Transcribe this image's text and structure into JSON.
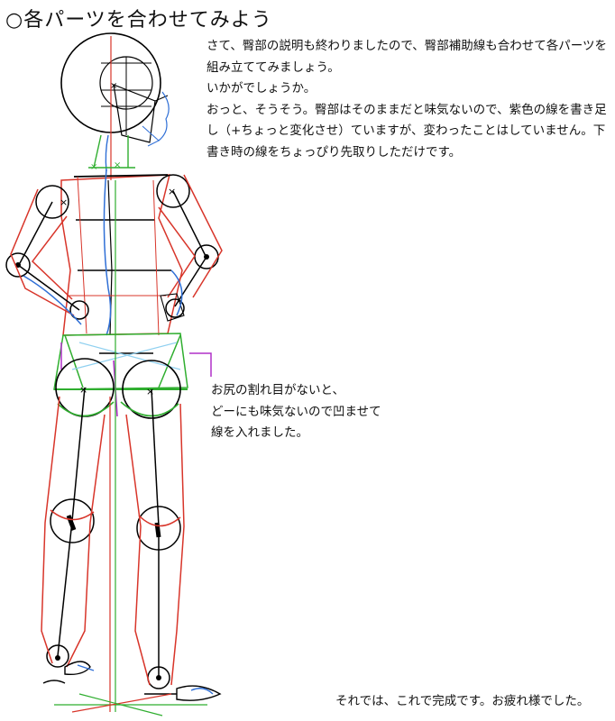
{
  "title": "○各パーツを合わせてみよう",
  "intro_paragraphs": [
    "さて、臀部の説明も終わりましたので、臀部補助線も合わせて各パーツを組み立ててみましょう。",
    "いかがでしょうか。",
    "おっと、そうそう。臀部はそのままだと味気ないので、紫色の線を書き足し（+ちょっと変化させ）ていますが、変わったことはしていません。下書き時の線をちょっぴり先取りしただけです。"
  ],
  "annotation_lines": [
    "お尻の割れ目がないと、",
    "どーにも味気ないので凹ませて",
    "線を入れました。"
  ],
  "closing": "それでは、これで完成です。お疲れ様でした。",
  "figure": {
    "colors": {
      "skeleton": "#000000",
      "muscle_red": "#d8352a",
      "guide_green": "#2fae2f",
      "spine_blue": "#2f6fd6",
      "light_blue": "#8fd0f0",
      "purple": "#b030c8",
      "rose": "#e05a8a"
    }
  }
}
